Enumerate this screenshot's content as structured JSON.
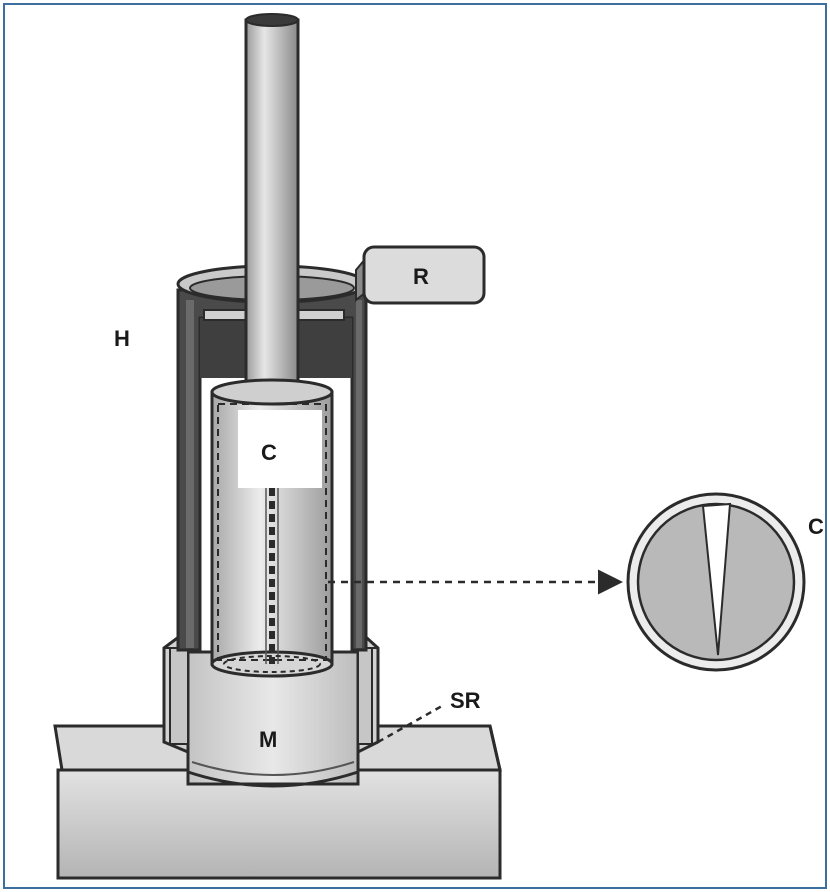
{
  "labels": {
    "housing": "H",
    "rod": "R",
    "cylinder": "C",
    "cross_section": "C",
    "mortar": "M",
    "support_ring": "SR"
  },
  "colors": {
    "frame": "#3d6f9e",
    "outline": "#2b2b2b",
    "dark_metal": "#4a4a4a",
    "light_metal": "#d8d8d8",
    "mid_metal": "#b8b8b8"
  }
}
